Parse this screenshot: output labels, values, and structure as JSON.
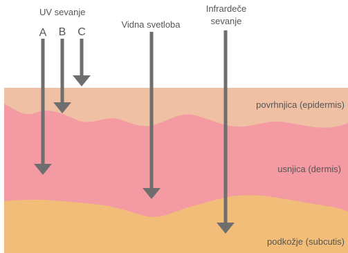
{
  "uv": {
    "title": "UV sevanje",
    "a": "A",
    "b": "B",
    "c": "C"
  },
  "visible": {
    "title": "Vidna svetloba"
  },
  "infrared": {
    "line1": "Infrardeče",
    "line2": "sevanje"
  },
  "layers": {
    "epidermis": "povrhnjica (epidermis)",
    "dermis": "usnjica (dermis)",
    "subcutis": "podkožje (subcutis)"
  },
  "colors": {
    "epidermis": "#efc0a3",
    "dermis": "#f39aa3",
    "subcutis": "#f2bd78",
    "arrow": "#6e6e6e",
    "text": "#555555"
  }
}
